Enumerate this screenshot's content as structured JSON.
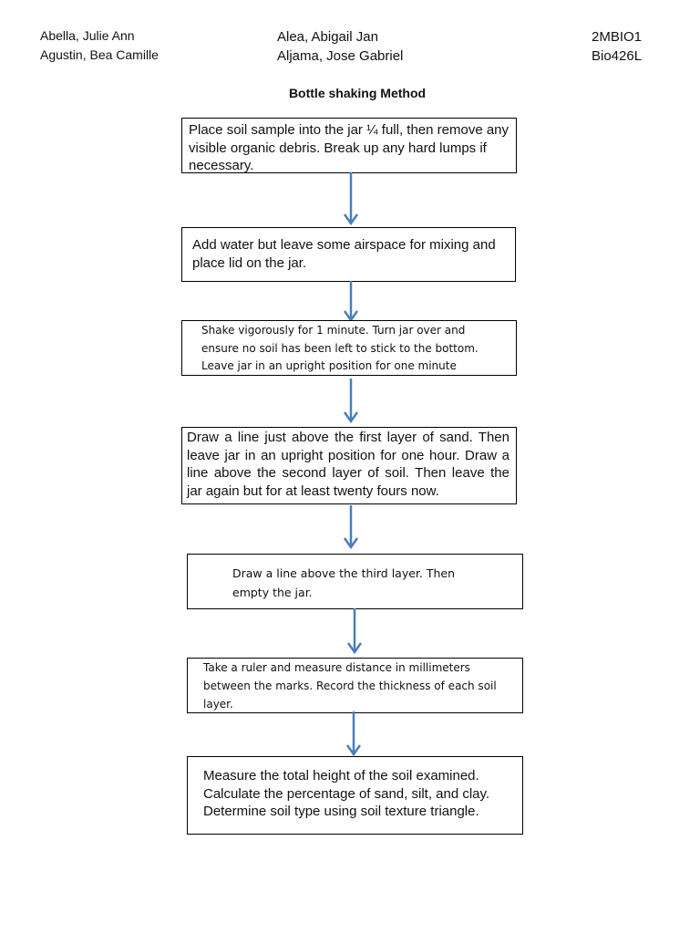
{
  "header": {
    "left": [
      "Abella, Julie Ann",
      "Agustin, Bea Camille"
    ],
    "middle": [
      "Alea, Abigail Jan",
      "Aljama, Jose Gabriel"
    ],
    "right": [
      "2MBIO1",
      "Bio426L"
    ]
  },
  "title": "Bottle shaking Method",
  "steps": [
    "Place soil sample into the jar ¼ full, then remove any visible organic debris. Break up any hard lumps if necessary.",
    "Add water but leave some airspace for mixing and place lid on the jar.",
    "Shake vigorously for 1 minute. Turn jar over and ensure no soil has been left to stick to the bottom. Leave jar in an upright position for one minute",
    "Draw a line just above the first layer of sand. Then leave jar in an upright position for one hour. Draw a line above the second layer of soil. Then leave the jar again but for at least twenty fours now.",
    "Draw a line above the third layer. Then empty the jar.",
    "Take a ruler and measure distance in millimeters between the marks. Record the thickness of each soil layer.",
    "Measure the total height of the soil examined. Calculate the percentage of sand, silt, and clay. Determine soil type using soil texture triangle."
  ],
  "colors": {
    "arrow": "#4a7ebb",
    "border": "#000000"
  }
}
